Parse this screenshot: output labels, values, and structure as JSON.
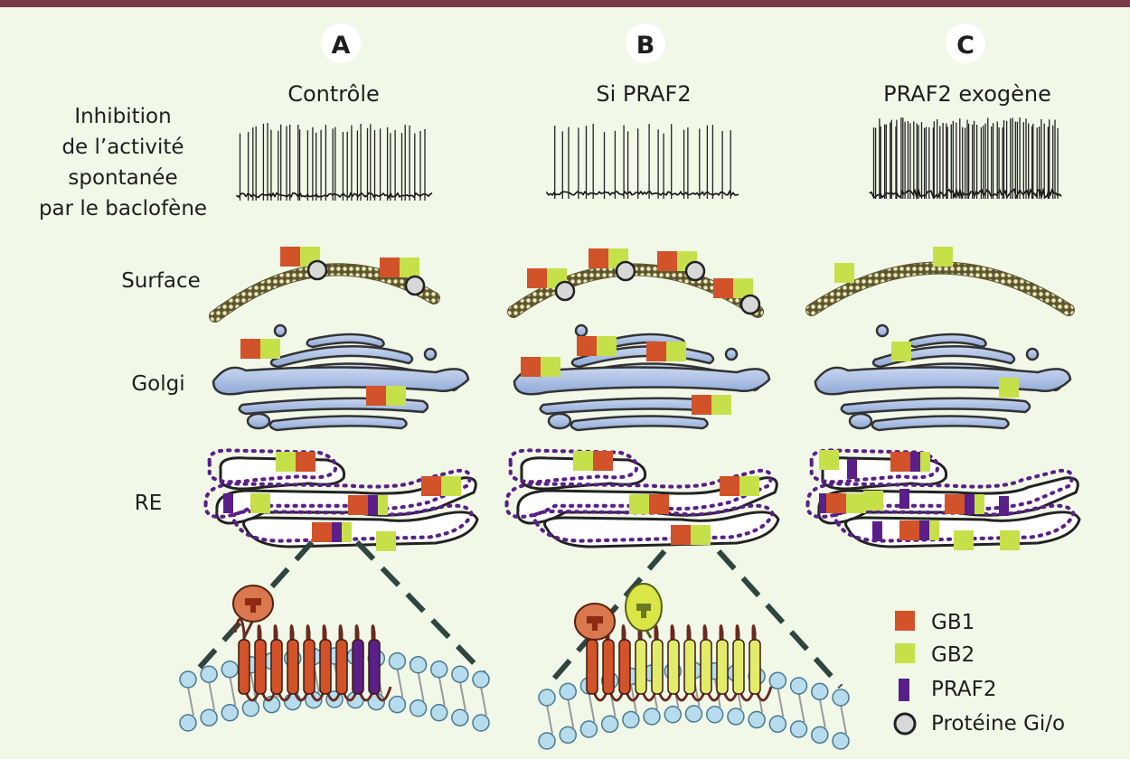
{
  "panels": [
    {
      "letter": "A",
      "title": "Contrôle"
    },
    {
      "letter": "B",
      "title": "Si PRAF2"
    },
    {
      "letter": "C",
      "title": "PRAF2 exogène"
    }
  ],
  "row_labels": {
    "activity_lines": [
      "Inhibition",
      "de l’activité",
      "spontanée",
      "par le baclofène"
    ],
    "surface": "Surface",
    "golgi": "Golgi",
    "er": "RE"
  },
  "legend": [
    {
      "label": "GB1",
      "color": "#d2522a",
      "shape": "square"
    },
    {
      "label": "GB2",
      "color": "#c6e04a",
      "shape": "square"
    },
    {
      "label": "PRAF2",
      "color": "#5a1f88",
      "shape": "bar"
    },
    {
      "label": "Protéine Gi/o",
      "color": "#d8d8d8",
      "shape": "circle"
    }
  ],
  "colors": {
    "gb1": "#d2522a",
    "gb2": "#c6e04a",
    "praf2": "#5a1f88",
    "gio": "#d8d8d8",
    "golgi": "#a9bfe2",
    "membrane_bead": "#b7dced",
    "header_bar": "#7a3a48",
    "background": "#f1f8e8"
  }
}
